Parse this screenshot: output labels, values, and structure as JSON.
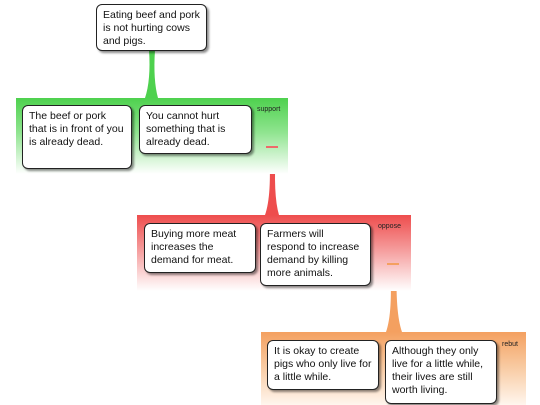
{
  "root": {
    "text": "Eating beef and pork is not hurting cows and pigs."
  },
  "groups": [
    {
      "label": "support",
      "color": "#4ed14e",
      "nodes": [
        {
          "text": "The beef or pork that is in front of you is already dead."
        },
        {
          "text": "You cannot hurt something that is already dead."
        }
      ]
    },
    {
      "label": "oppose",
      "color": "#ee4d4d",
      "nodes": [
        {
          "text": "Buying more meat increases the demand for meat."
        },
        {
          "text": "Farmers will respond to increase demand by killing more animals."
        }
      ]
    },
    {
      "label": "rebut",
      "color": "#f4a060",
      "nodes": [
        {
          "text": "It is okay to create pigs who only live for a little while."
        },
        {
          "text": "Although they only live for a little while, their lives are still worth living."
        }
      ]
    }
  ]
}
